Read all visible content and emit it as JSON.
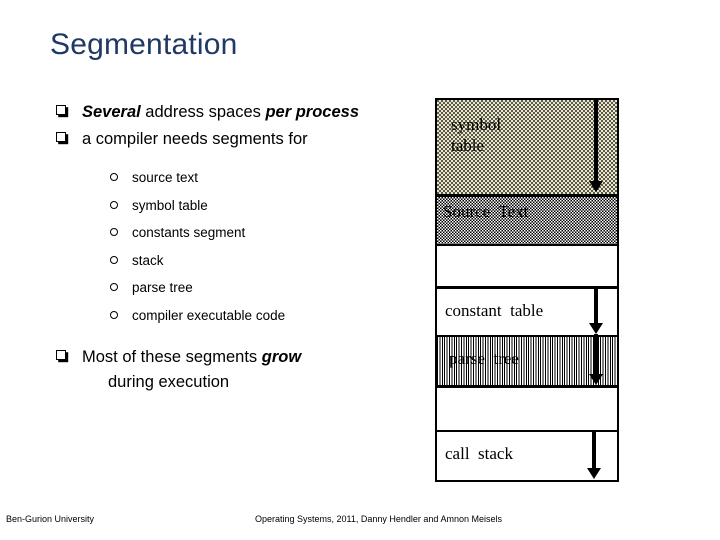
{
  "slide": {
    "title": "Segmentation",
    "title_color": "#1F3864"
  },
  "bullets": {
    "b1": {
      "marker": "hollow-square-bullet",
      "part_emph_1": "Several",
      "part_plain_1": " address spaces ",
      "part_emph_2": "per process"
    },
    "b2": {
      "marker": "hollow-square-bullet",
      "text": "a compiler needs segments for"
    },
    "sub_items": [
      {
        "marker": "hollow-circle-bullet",
        "label": "source text"
      },
      {
        "marker": "hollow-circle-bullet",
        "label": "symbol table"
      },
      {
        "marker": "hollow-circle-bullet",
        "label": "constants segment"
      },
      {
        "marker": "hollow-circle-bullet",
        "label": "stack"
      },
      {
        "marker": "hollow-circle-bullet",
        "label": "parse tree"
      },
      {
        "marker": "hollow-circle-bullet",
        "label": "compiler executable code"
      }
    ],
    "b3": {
      "marker": "hollow-square-bullet",
      "part_plain_1": "Most of these segments ",
      "part_emph_1": "grow",
      "line2": "during execution"
    }
  },
  "diagram": {
    "name": "memory-segments-diagram",
    "bands": [
      {
        "label_line1": "symbol",
        "label_line2": "table",
        "fill": "dots",
        "fill_color": "#e9e6cf",
        "has_arrow": true
      },
      {
        "label_line1": "Source  Text",
        "label_line2": "",
        "fill": "checker",
        "fill_color": "#808080",
        "has_arrow": false
      },
      {
        "label_line1": "",
        "label_line2": "",
        "fill": "white",
        "fill_color": "#ffffff",
        "has_arrow": false
      },
      {
        "label_line1": "constant  table",
        "label_line2": "",
        "fill": "white",
        "fill_color": "#ffffff",
        "has_arrow": true
      },
      {
        "label_line1": "parse  tree",
        "label_line2": "",
        "fill": "vstripe",
        "fill_color": "#ffffff",
        "has_arrow": true
      },
      {
        "label_line1": "",
        "label_line2": "",
        "fill": "white",
        "fill_color": "#ffffff",
        "has_arrow": false
      },
      {
        "label_line1": "call  stack",
        "label_line2": "",
        "fill": "white",
        "fill_color": "#ffffff",
        "has_arrow": true
      }
    ]
  },
  "footer": {
    "left": "Ben-Gurion University",
    "center": "Operating Systems, 2011, Danny Hendler and Amnon Meisels"
  }
}
